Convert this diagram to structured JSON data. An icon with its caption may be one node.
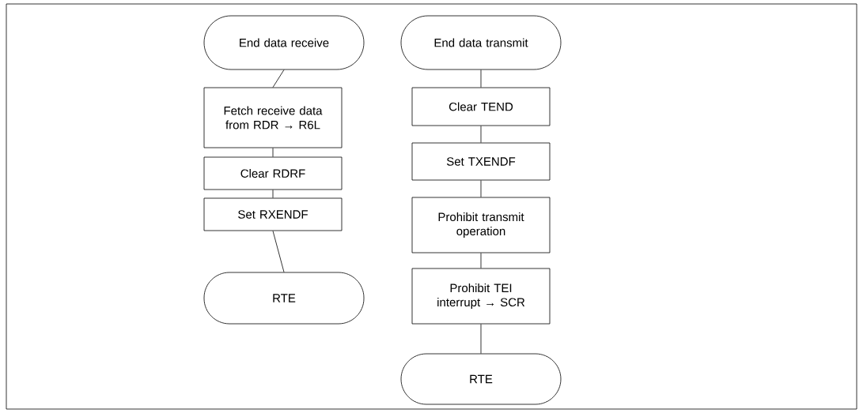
{
  "diagram": {
    "nodes": [
      {
        "text": [
          "End data receive"
        ]
      },
      {
        "text": [
          "Fetch receive data from RDR → R6L"
        ]
      },
      {
        "text": [
          "Clear RDRF"
        ]
      },
      {
        "text": [
          "Set RXENDF"
        ]
      },
      {
        "text": [
          "RTE"
        ]
      },
      {
        "text": [
          "End data transmit"
        ]
      },
      {
        "text": [
          "Clear TEND"
        ]
      },
      {
        "text": [
          "Set TXENDF"
        ]
      },
      {
        "text": [
          "Prohibit transmit operation"
        ]
      },
      {
        "text": [
          "Prohibit TEI interrupt → SCR"
        ]
      },
      {
        "text": [
          "RTE"
        ]
      }
    ],
    "edges": [
      {
        "from": 0,
        "to": 1,
        "arrow": "none"
      },
      {
        "from": 1,
        "to": 2,
        "arrow": "none"
      },
      {
        "from": 2,
        "to": 3,
        "arrow": "none"
      },
      {
        "from": 3,
        "to": 4,
        "arrow": "none"
      },
      {
        "from": 5,
        "to": 6,
        "arrow": "none"
      },
      {
        "from": 6,
        "to": 7,
        "arrow": "none"
      },
      {
        "from": 7,
        "to": 8,
        "arrow": "none"
      },
      {
        "from": 8,
        "to": 9,
        "arrow": "none"
      },
      {
        "from": 9,
        "to": 10,
        "arrow": "none"
      }
    ]
  }
}
